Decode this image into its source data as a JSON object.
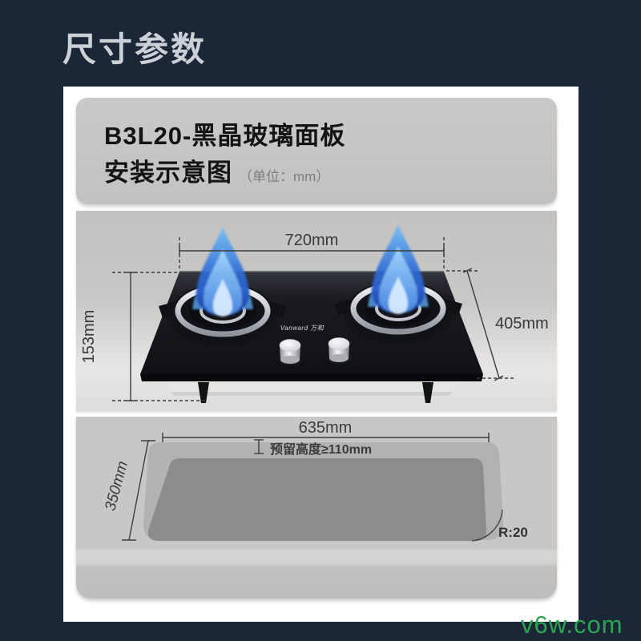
{
  "page": {
    "title": "尺寸参数",
    "watermark": "v6w.com",
    "colors": {
      "background": "#1b2637",
      "watermark_green": "#2ba552",
      "panel_gray": "#c4c3c1",
      "glass_black": "#131419",
      "flame_blue": "#3b82e8"
    }
  },
  "card": {
    "header": {
      "model_line": "B3L20-黑晶玻璃面板",
      "subtitle": "安装示意图",
      "unit_note": "（单位：mm）"
    },
    "stove_diagram": {
      "width_label": "720mm",
      "depth_label": "405mm",
      "height_label": "153mm",
      "brand_logo": "Vanward 万和"
    },
    "cutout_diagram": {
      "width_label": "635mm",
      "depth_label": "350mm",
      "reserve_height_label": "预留高度≥110mm",
      "corner_radius_label": "R:20"
    }
  }
}
